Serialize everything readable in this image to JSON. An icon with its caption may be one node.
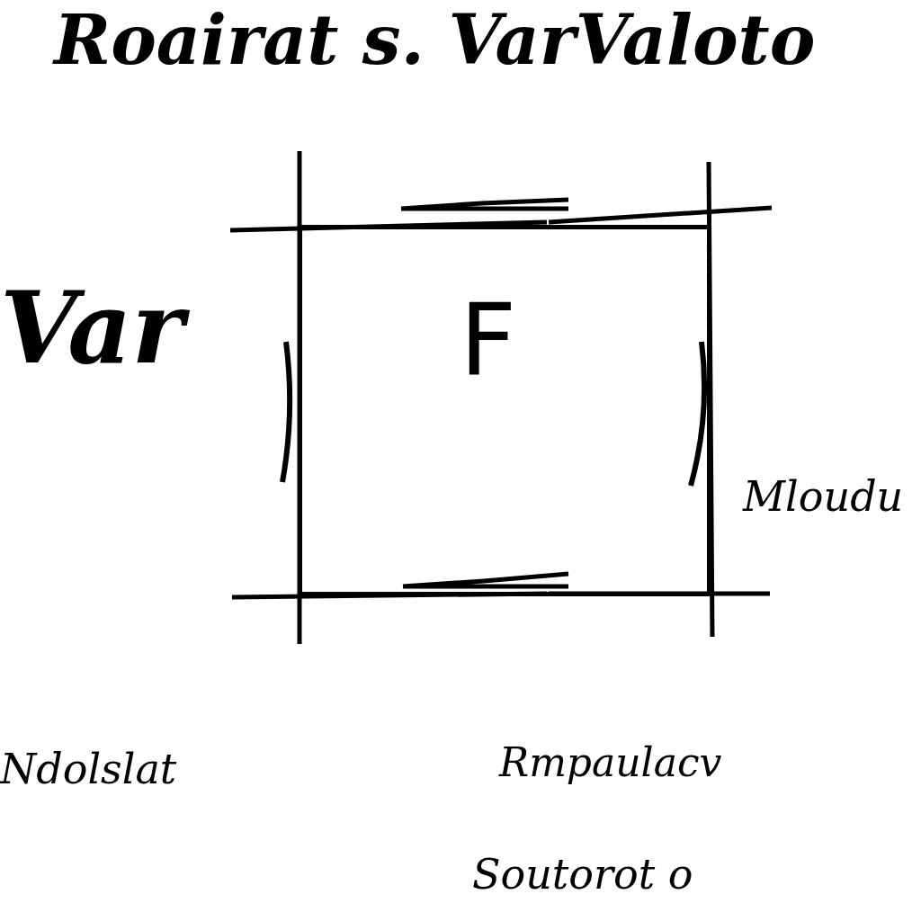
{
  "diagram": {
    "title": "Roairat s. VarValoto",
    "nodes": [
      {
        "text": [
          "F"
        ]
      }
    ],
    "labels": [
      "Var",
      "Mloudu",
      "Ndolslat",
      "Rmpaulacv",
      "Soutorot o"
    ]
  }
}
